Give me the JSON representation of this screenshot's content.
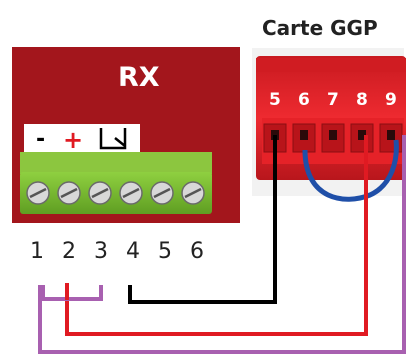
{
  "receiver": {
    "title": "RX",
    "terminal_symbols": {
      "minus": "-",
      "plus": "+"
    },
    "terminal_numbers": [
      "1",
      "2",
      "3",
      "4",
      "5",
      "6"
    ]
  },
  "board": {
    "title": "Carte GGP",
    "terminal_numbers": [
      "5",
      "6",
      "7",
      "8",
      "9"
    ]
  },
  "colors": {
    "receiver_body": "#a3161c",
    "terminal_block": "#7cbe33",
    "board_body": "#e8242a",
    "wire_black": "#000000",
    "wire_red": "#e01a22",
    "wire_purple": "#a860b0",
    "wire_blue": "#1f4fa8"
  },
  "connections": [
    {
      "from": "RX 4",
      "to": "Carte GGP 5",
      "color": "black"
    },
    {
      "from": "RX 2",
      "to": "Carte GGP 8",
      "color": "red"
    },
    {
      "from": "RX 1",
      "to": "Carte GGP 9",
      "color": "purple"
    },
    {
      "from": "RX 1",
      "to": "RX 3",
      "color": "purple"
    },
    {
      "from": "Carte GGP 6",
      "to": "Carte GGP 9",
      "color": "blue"
    }
  ]
}
